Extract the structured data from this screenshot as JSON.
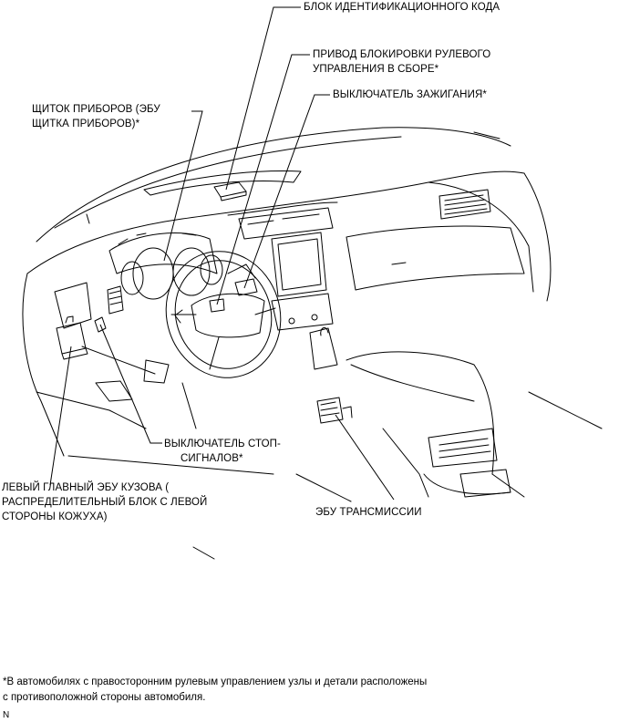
{
  "labels": {
    "id_code_box": "БЛОК ИДЕНТИФИКАЦИОННОГО КОДА",
    "steering_lock_line1": "ПРИВОД БЛОКИРОВКИ РУЛЕВОГО",
    "steering_lock_line2": "УПРАВЛЕНИЯ В СБОРЕ*",
    "ignition_switch": "ВЫКЛЮЧАТЕЛЬ ЗАЖИГАНИЯ*",
    "combination_meter_line1": "ЩИТОК ПРИБОРОВ (ЭБУ",
    "combination_meter_line2": "ЩИТКА ПРИБОРОВ)*",
    "stop_lamp_line1": "ВЫКЛЮЧАТЕЛЬ СТОП-",
    "stop_lamp_line2": "СИГНАЛОВ*",
    "main_body_ecu_line1": "ЛЕВЫЙ ГЛАВНЫЙ ЭБУ КУЗОВА (",
    "main_body_ecu_line2": "РАСПРЕДЕЛИТЕЛЬНЫЙ БЛОК С ЛЕВОЙ",
    "main_body_ecu_line3": "СТОРОНЫ КОЖУХА)",
    "transmission_ecu": "ЭБУ ТРАНСМИССИИ"
  },
  "footnote": {
    "line1": "*В автомобилях с правосторонним рулевым управлением узлы и детали расположены",
    "line2": "с противоположной стороны автомобиля."
  },
  "corner_mark": "N"
}
